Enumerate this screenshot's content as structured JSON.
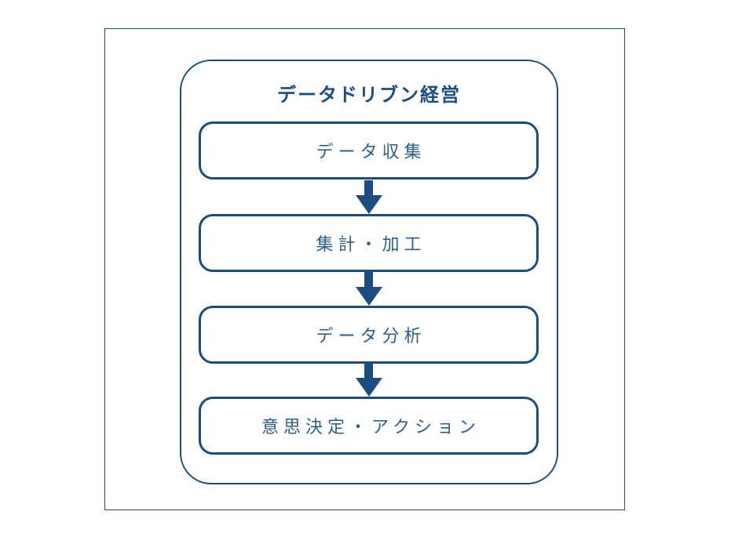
{
  "diagram": {
    "title": "データドリブン経営",
    "steps": [
      {
        "label": "データ収集"
      },
      {
        "label": "集計・加工"
      },
      {
        "label": "データ分析"
      },
      {
        "label": "意思決定・アクション"
      }
    ]
  },
  "colors": {
    "primary": "#1b4d7e",
    "box_text": "#2c5f8e",
    "background": "#ffffff"
  }
}
